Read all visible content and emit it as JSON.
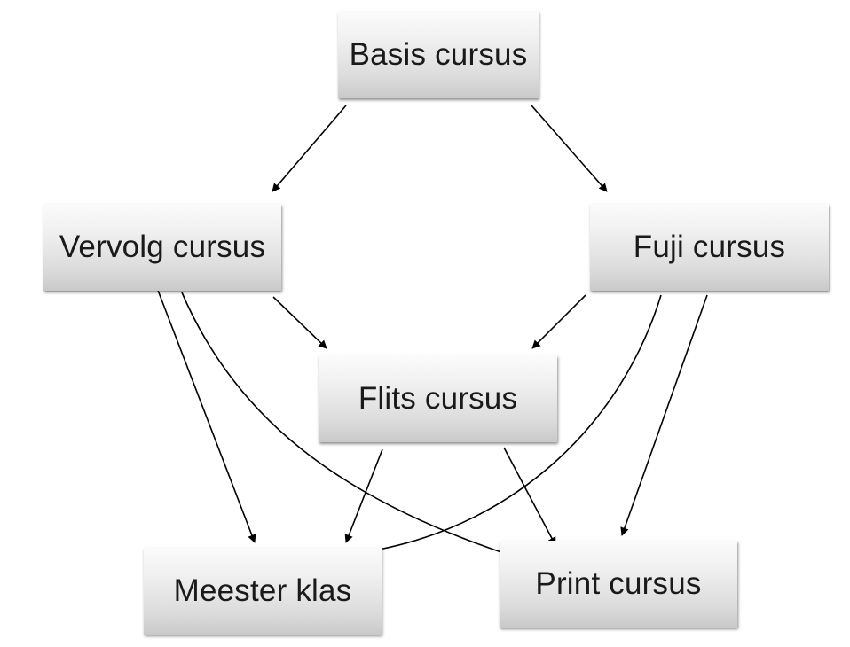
{
  "diagram": {
    "nodes": [
      {
        "id": "basis",
        "label": "Basis cursus"
      },
      {
        "id": "vervolg",
        "label": "Vervolg cursus"
      },
      {
        "id": "fuji",
        "label": "Fuji cursus"
      },
      {
        "id": "flits",
        "label": "Flits cursus"
      },
      {
        "id": "meester",
        "label": "Meester klas"
      },
      {
        "id": "print",
        "label": "Print cursus"
      }
    ],
    "edges": [
      {
        "from": "basis",
        "to": "vervolg"
      },
      {
        "from": "basis",
        "to": "fuji"
      },
      {
        "from": "vervolg",
        "to": "flits"
      },
      {
        "from": "fuji",
        "to": "flits"
      },
      {
        "from": "vervolg",
        "to": "meester"
      },
      {
        "from": "vervolg",
        "to": "print"
      },
      {
        "from": "fuji",
        "to": "meester"
      },
      {
        "from": "fuji",
        "to": "print"
      },
      {
        "from": "flits",
        "to": "meester"
      },
      {
        "from": "flits",
        "to": "print"
      }
    ]
  }
}
